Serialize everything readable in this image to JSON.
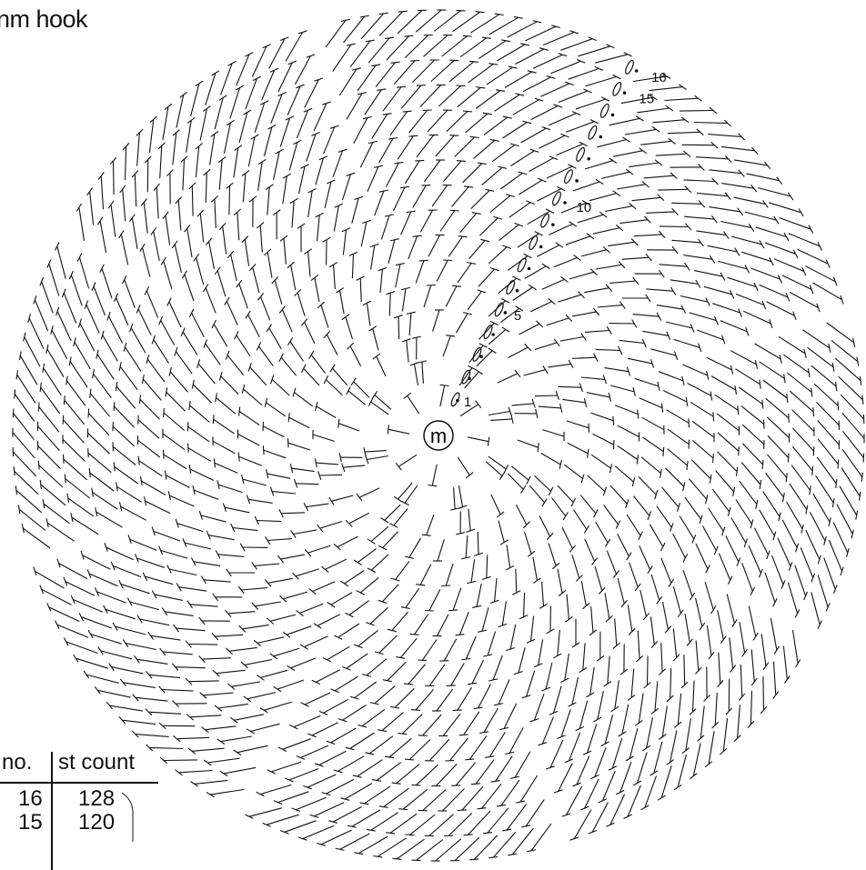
{
  "caption": "nm hook",
  "center_marker": "m",
  "table": {
    "headers": [
      "d no.",
      "st count"
    ],
    "rows": [
      {
        "round": "16",
        "count": "128"
      },
      {
        "round": "15",
        "count": "120"
      }
    ]
  },
  "round_labels": [
    "1",
    "5",
    "10",
    "15",
    "16"
  ],
  "chart_data": {
    "type": "radial-stitch-chart",
    "rounds": 16,
    "wedges": 8,
    "center_label": "m",
    "marked_rounds": [
      1,
      5,
      10,
      15,
      16
    ],
    "stitch_counts": [
      {
        "round": 16,
        "count": 128
      },
      {
        "round": 15,
        "count": 120
      }
    ]
  }
}
